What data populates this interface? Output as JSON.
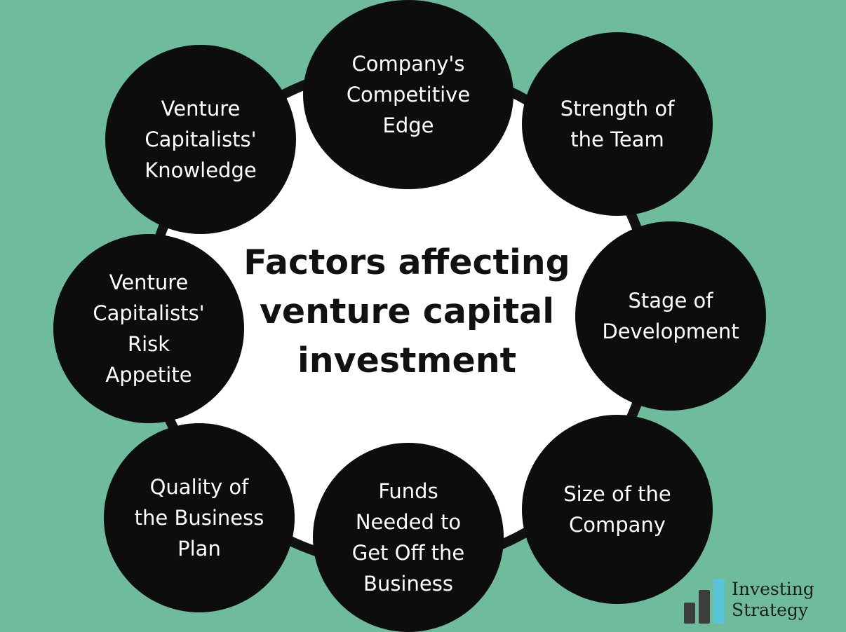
{
  "title": "Factors affecting\nventure capital\ninvestment",
  "factors": [
    "Company's\nCompetitive\nEdge",
    "Strength of\nthe Team",
    "Stage of\nDevelopment",
    "Size of the\nCompany",
    "Funds\nNeeded to\nGet Off the\nBusiness",
    "Quality of\nthe Business\nPlan",
    "Venture\nCapitalists'\nRisk\nAppetite",
    "Venture\nCapitalists'\nKnowledge"
  ],
  "logo": {
    "line1": "Investing",
    "line2": "Strategy"
  },
  "colors": {
    "background": "#6ebc9c",
    "ring_fill": "#ffffff",
    "node_fill": "#0d0d0d",
    "node_text": "#ffffff",
    "logo_bar_dark": "#3d3d3d",
    "logo_bar_accent": "#59c3d8"
  }
}
